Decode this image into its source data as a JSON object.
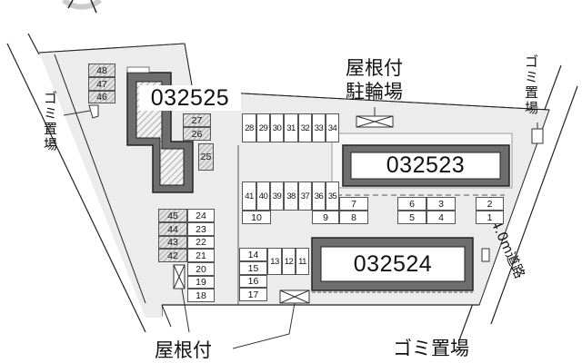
{
  "map": {
    "buildings": [
      {
        "id": "032525"
      },
      {
        "id": "032523"
      },
      {
        "id": "032524"
      }
    ],
    "labels": {
      "bike_parking": [
        "屋根付",
        "駐輪場"
      ],
      "roofed": "屋根付",
      "garbage_bottom": "ゴミ置場",
      "garbage_left": "ゴミ置場",
      "garbage_right": "ゴミ置場",
      "road": "4.0m道路"
    },
    "parking": {
      "hatched_left": [
        "48",
        "47",
        "46"
      ],
      "hatched_mid": [
        "27",
        "26"
      ],
      "hatched_25": "25",
      "row_top": [
        "28",
        "29",
        "30",
        "31",
        "32",
        "33",
        "34"
      ],
      "row_mid": [
        "41",
        "40",
        "39",
        "38",
        "37",
        "36",
        "35"
      ],
      "slot_10": "10",
      "slot_9": "9",
      "pair_7_8": [
        "7",
        "8"
      ],
      "pair_6_5": [
        "6",
        "5"
      ],
      "pair_3_4": [
        "3",
        "4"
      ],
      "pair_2_1": [
        "2",
        "1"
      ],
      "hatched_col": [
        "45",
        "44",
        "43",
        "42"
      ],
      "col_right": [
        "24",
        "23",
        "22",
        "21",
        "20",
        "19",
        "18"
      ],
      "col_14_17": [
        "14",
        "15",
        "16",
        "17"
      ],
      "row_13_11": [
        "13",
        "12",
        "11"
      ]
    },
    "colors": {
      "site_fill": "#ececec",
      "building_border": "#6e6e6e",
      "hatch": "#bbbbbb",
      "line": "#222222"
    }
  }
}
